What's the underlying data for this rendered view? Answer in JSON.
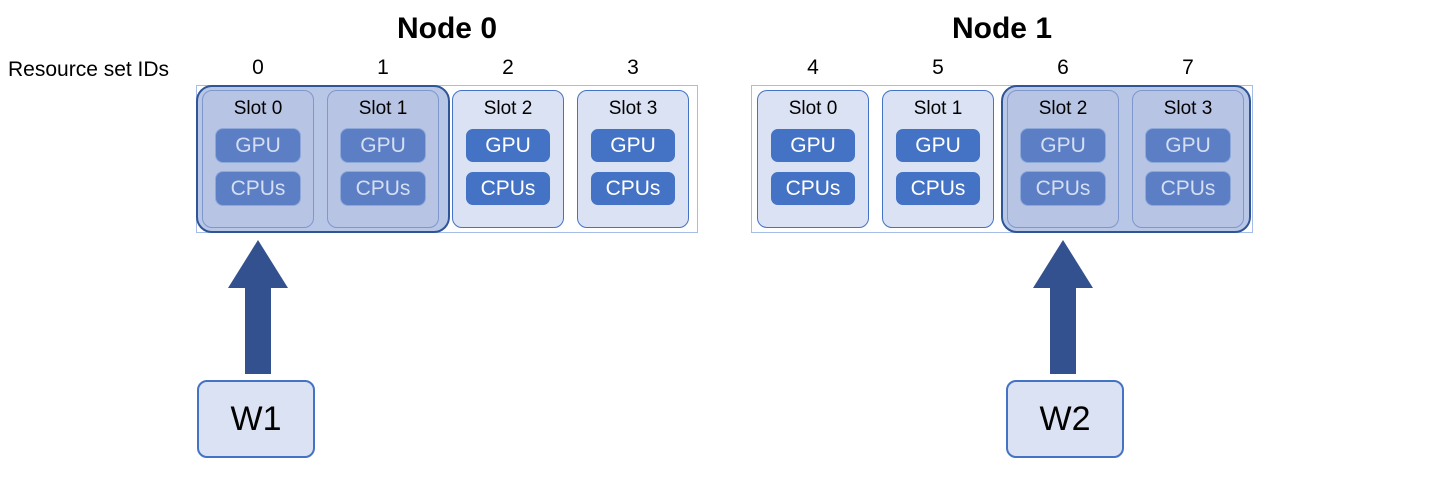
{
  "diagram": {
    "resource_set_ids_label": "Resource set IDs",
    "nodes": [
      {
        "title": "Node 0",
        "resource_ids": [
          "0",
          "1",
          "2",
          "3"
        ],
        "slots": [
          {
            "label": "Slot 0",
            "gpu": "GPU",
            "cpus": "CPUs"
          },
          {
            "label": "Slot 1",
            "gpu": "GPU",
            "cpus": "CPUs"
          },
          {
            "label": "Slot 2",
            "gpu": "GPU",
            "cpus": "CPUs"
          },
          {
            "label": "Slot 3",
            "gpu": "GPU",
            "cpus": "CPUs"
          }
        ],
        "worker": "W1"
      },
      {
        "title": "Node 1",
        "resource_ids": [
          "4",
          "5",
          "6",
          "7"
        ],
        "slots": [
          {
            "label": "Slot 0",
            "gpu": "GPU",
            "cpus": "CPUs"
          },
          {
            "label": "Slot 1",
            "gpu": "GPU",
            "cpus": "CPUs"
          },
          {
            "label": "Slot 2",
            "gpu": "GPU",
            "cpus": "CPUs"
          },
          {
            "label": "Slot 3",
            "gpu": "GPU",
            "cpus": "CPUs"
          }
        ],
        "worker": "W2"
      }
    ],
    "colors": {
      "chip_blue": "#4472C4",
      "chip_muted": "#5B7EC5",
      "slot_fill": "#DBE2F3",
      "group_fill": "#B9C7E6",
      "group_border": "#2F5597",
      "arrow": "#34518F"
    }
  }
}
